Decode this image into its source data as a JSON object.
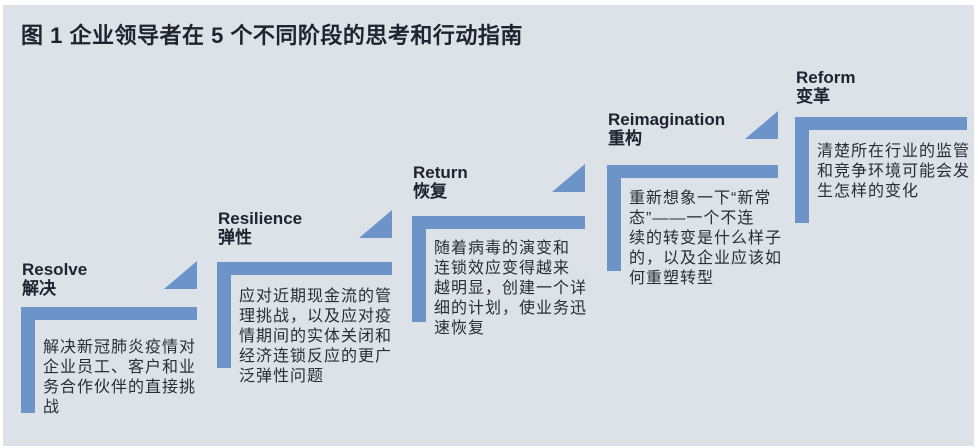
{
  "title": "图 1  企业领导者在 5 个不同阶段的思考和行动指南",
  "colors": {
    "accent_blue": "#6d94c8",
    "panel_background": "#dde1e8",
    "heading_text": "#20242e",
    "body_text": "#2a2d34"
  },
  "stages": [
    {
      "name_en": "Resolve",
      "name_zh": "解决",
      "body": "解决新冠肺炎疫情对\n企业员工、客户和业\n务合作伙伴的直接挑\n战"
    },
    {
      "name_en": "Resilience",
      "name_zh": "弹性",
      "body": "应对近期现金流的管\n理挑战，以及应对疫\n情期间的实体关闭和\n经济连锁反应的更广\n泛弹性问题"
    },
    {
      "name_en": "Return",
      "name_zh": "恢复",
      "body": "随着病毒的演变和\n连锁效应变得越来\n越明显，创建一个详\n细的计划，使业务迅\n速恢复"
    },
    {
      "name_en": "Reimagination",
      "name_zh": "重构",
      "body": "重新想象一下“新常\n态”——一个不连\n续的转变是什么样子\n的，以及企业应该如\n何重塑转型"
    },
    {
      "name_en": "Reform",
      "name_zh": "变革",
      "body": "清楚所在行业的监管\n和竞争环境可能会发\n生怎样的变化"
    }
  ]
}
